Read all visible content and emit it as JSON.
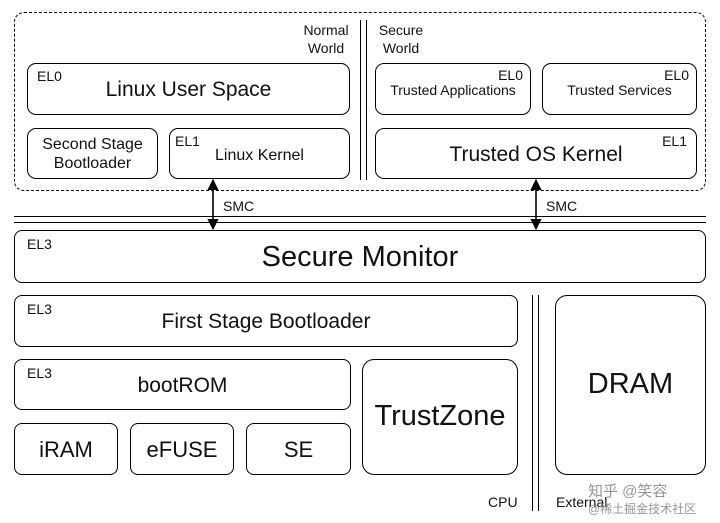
{
  "world_labels": {
    "normal": [
      "Normal",
      "World"
    ],
    "secure": [
      "Secure",
      "World"
    ]
  },
  "normal_world": {
    "linux_user_space": {
      "el": "EL0",
      "label": "Linux User Space"
    },
    "second_stage_bootloader": {
      "label": [
        "Second Stage",
        "Bootloader"
      ]
    },
    "linux_kernel": {
      "el": "EL1",
      "label": "Linux Kernel"
    }
  },
  "secure_world": {
    "trusted_applications": {
      "el": "EL0",
      "label": "Trusted Applications"
    },
    "trusted_services": {
      "el": "EL0",
      "label": "Trusted Services"
    },
    "trusted_os_kernel": {
      "el": "EL1",
      "label": "Trusted OS Kernel"
    }
  },
  "smc_left": "SMC",
  "smc_right": "SMC",
  "secure_monitor": {
    "el": "EL3",
    "label": "Secure Monitor"
  },
  "first_stage_bootloader": {
    "el": "EL3",
    "label": "First Stage Bootloader"
  },
  "bootrom": {
    "el": "EL3",
    "label": "bootROM"
  },
  "iram": "iRAM",
  "efuse": "eFUSE",
  "se": "SE",
  "trustzone": "TrustZone",
  "dram": "DRAM",
  "cpu_label": "CPU",
  "external_label": "External",
  "watermark": [
    "知乎 @笑容",
    "@稀土掘金技术社区"
  ]
}
